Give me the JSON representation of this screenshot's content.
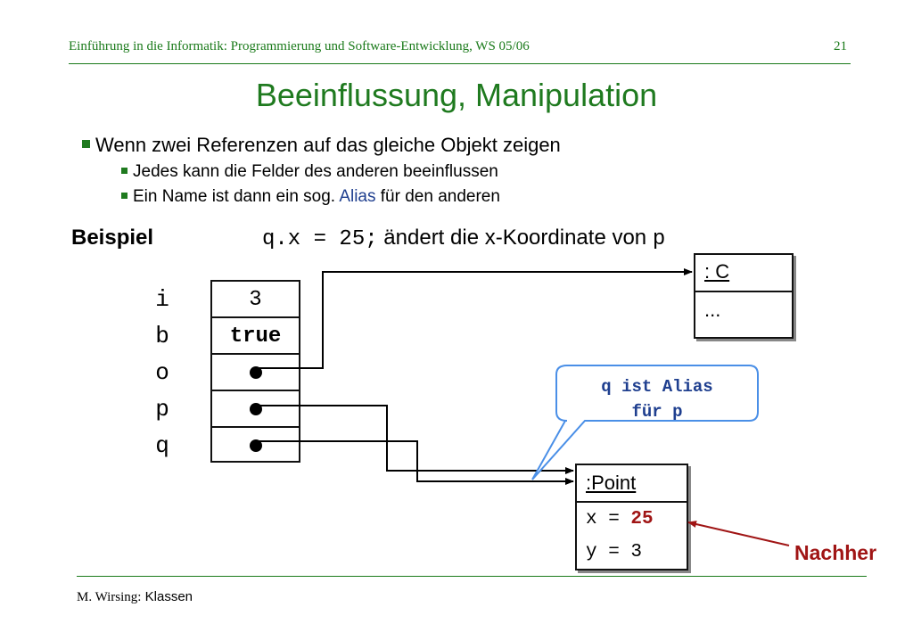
{
  "header": {
    "course": "Einführung in die Informatik: Programmierung und Software-Entwicklung, WS 05/06",
    "page": "21"
  },
  "title": "Beeinflussung, Manipulation",
  "bullets": {
    "main": "Wenn zwei Referenzen auf das gleiche Objekt zeigen",
    "sub1": "Jedes kann die Felder des anderen beeinflussen",
    "sub2_pre": "Ein Name ist dann ein sog.",
    "sub2_alias": "Alias",
    "sub2_post": "für den anderen"
  },
  "example": {
    "label": "Beispiel",
    "code": "q.x = 25;",
    "text": "ändert die x-Koordinate von",
    "code_var": "p"
  },
  "variables": [
    {
      "name": "i",
      "value": "3"
    },
    {
      "name": "b",
      "value": "true"
    },
    {
      "name": "o",
      "value": ""
    },
    {
      "name": "p",
      "value": ""
    },
    {
      "name": "q",
      "value": ""
    }
  ],
  "object_c": {
    "header": ": C",
    "body": "..."
  },
  "callout": {
    "line1": "q ist Alias",
    "line2": "für p"
  },
  "point_object": {
    "header": ":Point",
    "x_label": "x =",
    "x_value": "25",
    "y_label": "y = 3"
  },
  "annotation": "Nachher",
  "footer": {
    "author": "M. Wirsing:",
    "topic": "Klassen"
  },
  "colors": {
    "green": "#1f7a1f",
    "blue": "#1f3f8f",
    "red": "#a01515",
    "callout_border": "#4a8fe7"
  }
}
